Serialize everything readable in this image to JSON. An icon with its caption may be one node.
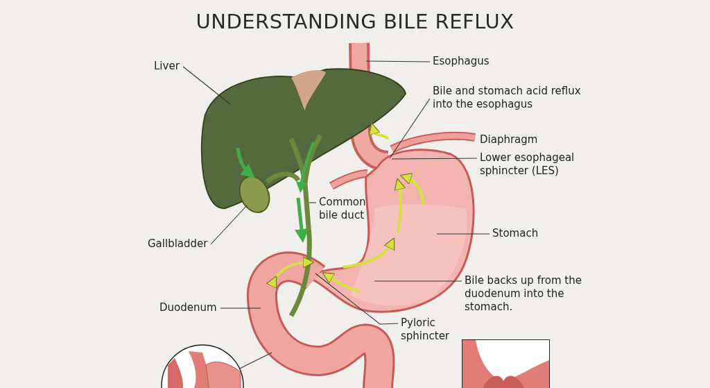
{
  "diagram": {
    "title": "UNDERSTANDING BILE REFLUX",
    "nodes": [
      {
        "text": [
          "Liver"
        ]
      },
      {
        "text": [
          "Esophagus"
        ]
      },
      {
        "text": [
          "Bile and stomach acid reflux into the esophagus"
        ]
      },
      {
        "text": [
          "Lower esophageal sphincter (LES)"
        ]
      },
      {
        "text": [
          "Common bile duct"
        ]
      },
      {
        "text": [
          "Stomach"
        ]
      },
      {
        "text": [
          "Gallbladder"
        ]
      },
      {
        "text": [
          "Bile backs up from the duodenum into the stomach."
        ]
      },
      {
        "text": [
          "Duodenum"
        ]
      },
      {
        "text": [
          "Pyloric sphincter"
        ]
      },
      {
        "text": [],
        "shape": "circle"
      },
      {
        "text": [],
        "shape": "box"
      }
    ],
    "edges": [
      {
        "from": 0,
        "to": null,
        "arrow": "none"
      },
      {
        "from": 1,
        "to": null,
        "arrow": "none"
      },
      {
        "from": 2,
        "to": null,
        "arrow": "none"
      },
      {
        "from": 3,
        "to": null,
        "arrow": "none"
      },
      {
        "from": 4,
        "to": null,
        "arrow": "none"
      },
      {
        "from": 5,
        "to": null,
        "arrow": "none"
      },
      {
        "from": 6,
        "to": null,
        "arrow": "none"
      },
      {
        "from": 7,
        "to": null,
        "arrow": "none"
      },
      {
        "from": 8,
        "to": null,
        "arrow": "none"
      },
      {
        "from": 9,
        "to": null,
        "arrow": "none"
      },
      {
        "from": 10,
        "to": null,
        "arrow": "none"
      }
    ],
    "labels": [
      "Diaphragm"
    ]
  }
}
